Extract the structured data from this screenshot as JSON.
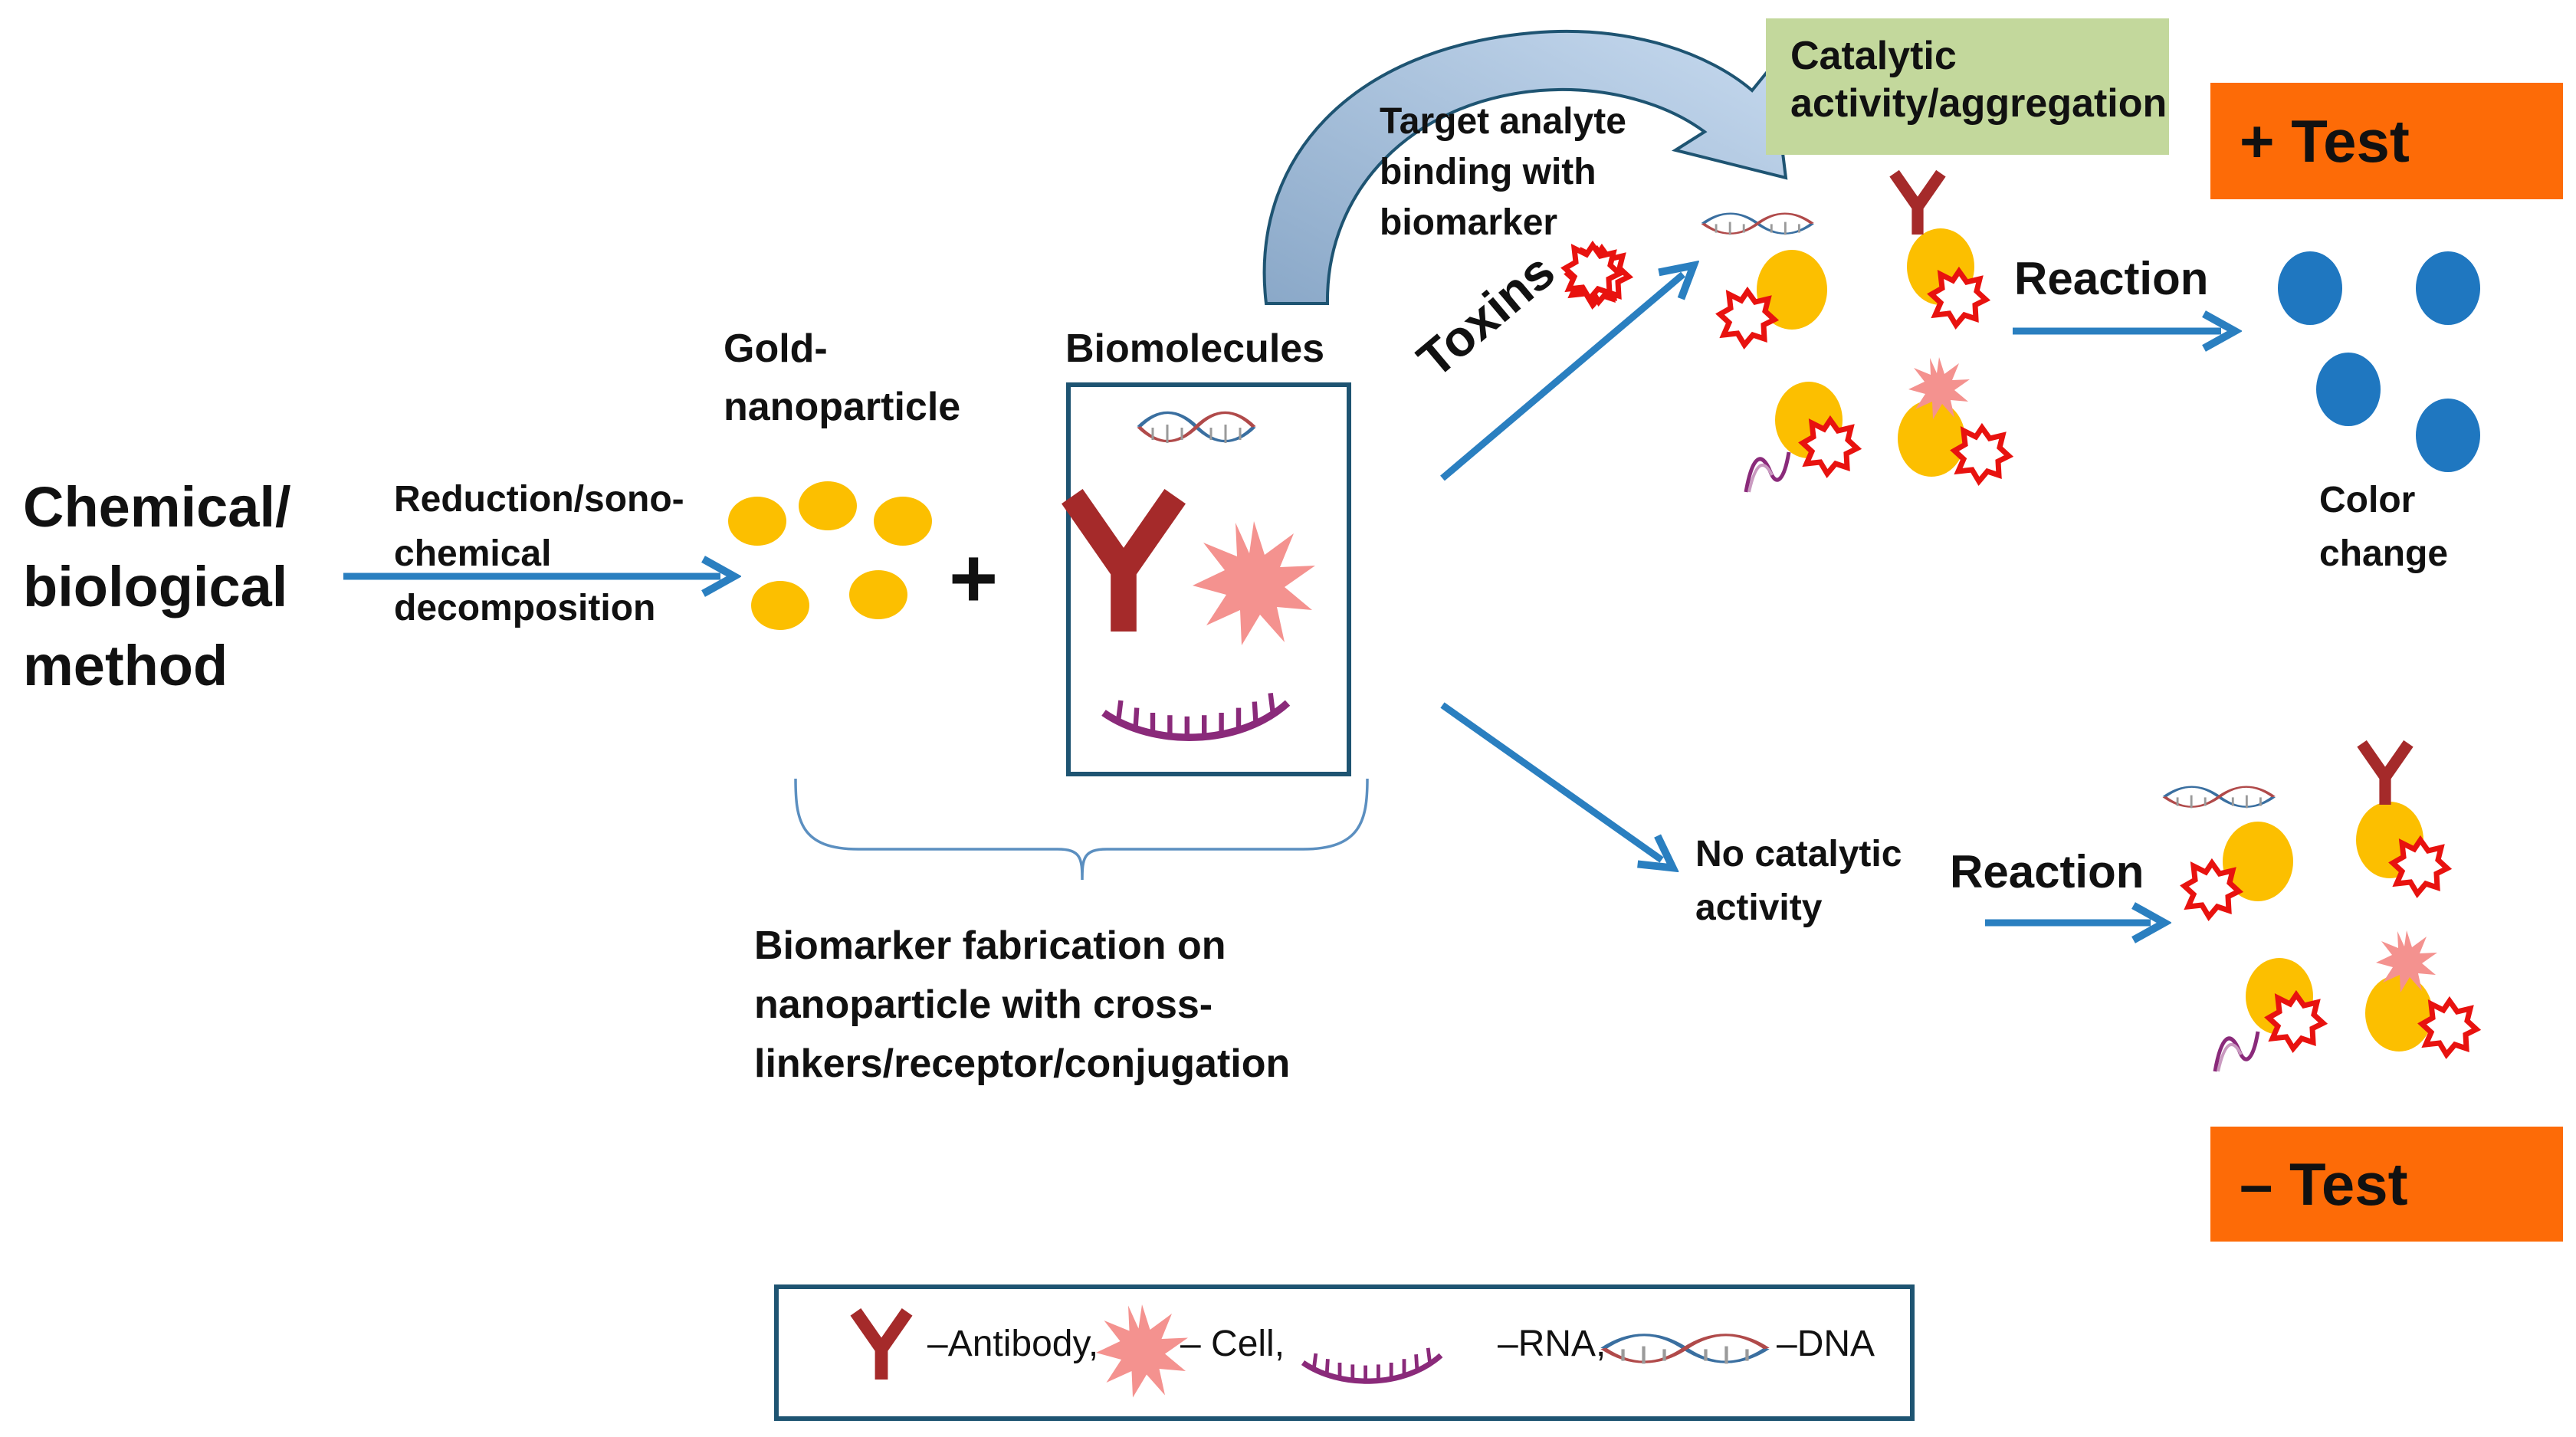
{
  "title_left": [
    "Chemical/",
    "biological",
    "method"
  ],
  "reduction": [
    "Reduction/sono-",
    "chemical",
    "decomposition"
  ],
  "gold": [
    "Gold-",
    "nanoparticle"
  ],
  "plus": "+",
  "biomolecules": "Biomolecules",
  "fabrication": [
    "Biomarker fabrication on",
    "nanoparticle with cross-",
    "linkers/receptor/conjugation"
  ],
  "target": [
    "Target analyte",
    "binding with",
    "biomarker"
  ],
  "catalytic": [
    "Catalytic",
    "activity/aggregation"
  ],
  "toxins": "Toxins",
  "reaction_top": "Reaction",
  "reaction_bottom": "Reaction",
  "color_change": [
    "Color",
    "change"
  ],
  "no_catalytic": [
    "No catalytic",
    "activity"
  ],
  "plus_test": "+ Test",
  "minus_test": "– Test",
  "legend": {
    "antibody": "–Antibody,",
    "cell": "– Cell,",
    "rna": "–RNA,",
    "dna": "–DNA"
  },
  "colors": {
    "arrow_blue": "#2a7fc0",
    "gold": "#fcbf00",
    "blue_dot": "#1f77c0",
    "antibody": "#a52a2a",
    "cell": "#f4928f",
    "toxin": "#e8120f",
    "test_orange": "#fd6b07",
    "green_box": "#c3d89c",
    "frame": "#1e5472"
  }
}
